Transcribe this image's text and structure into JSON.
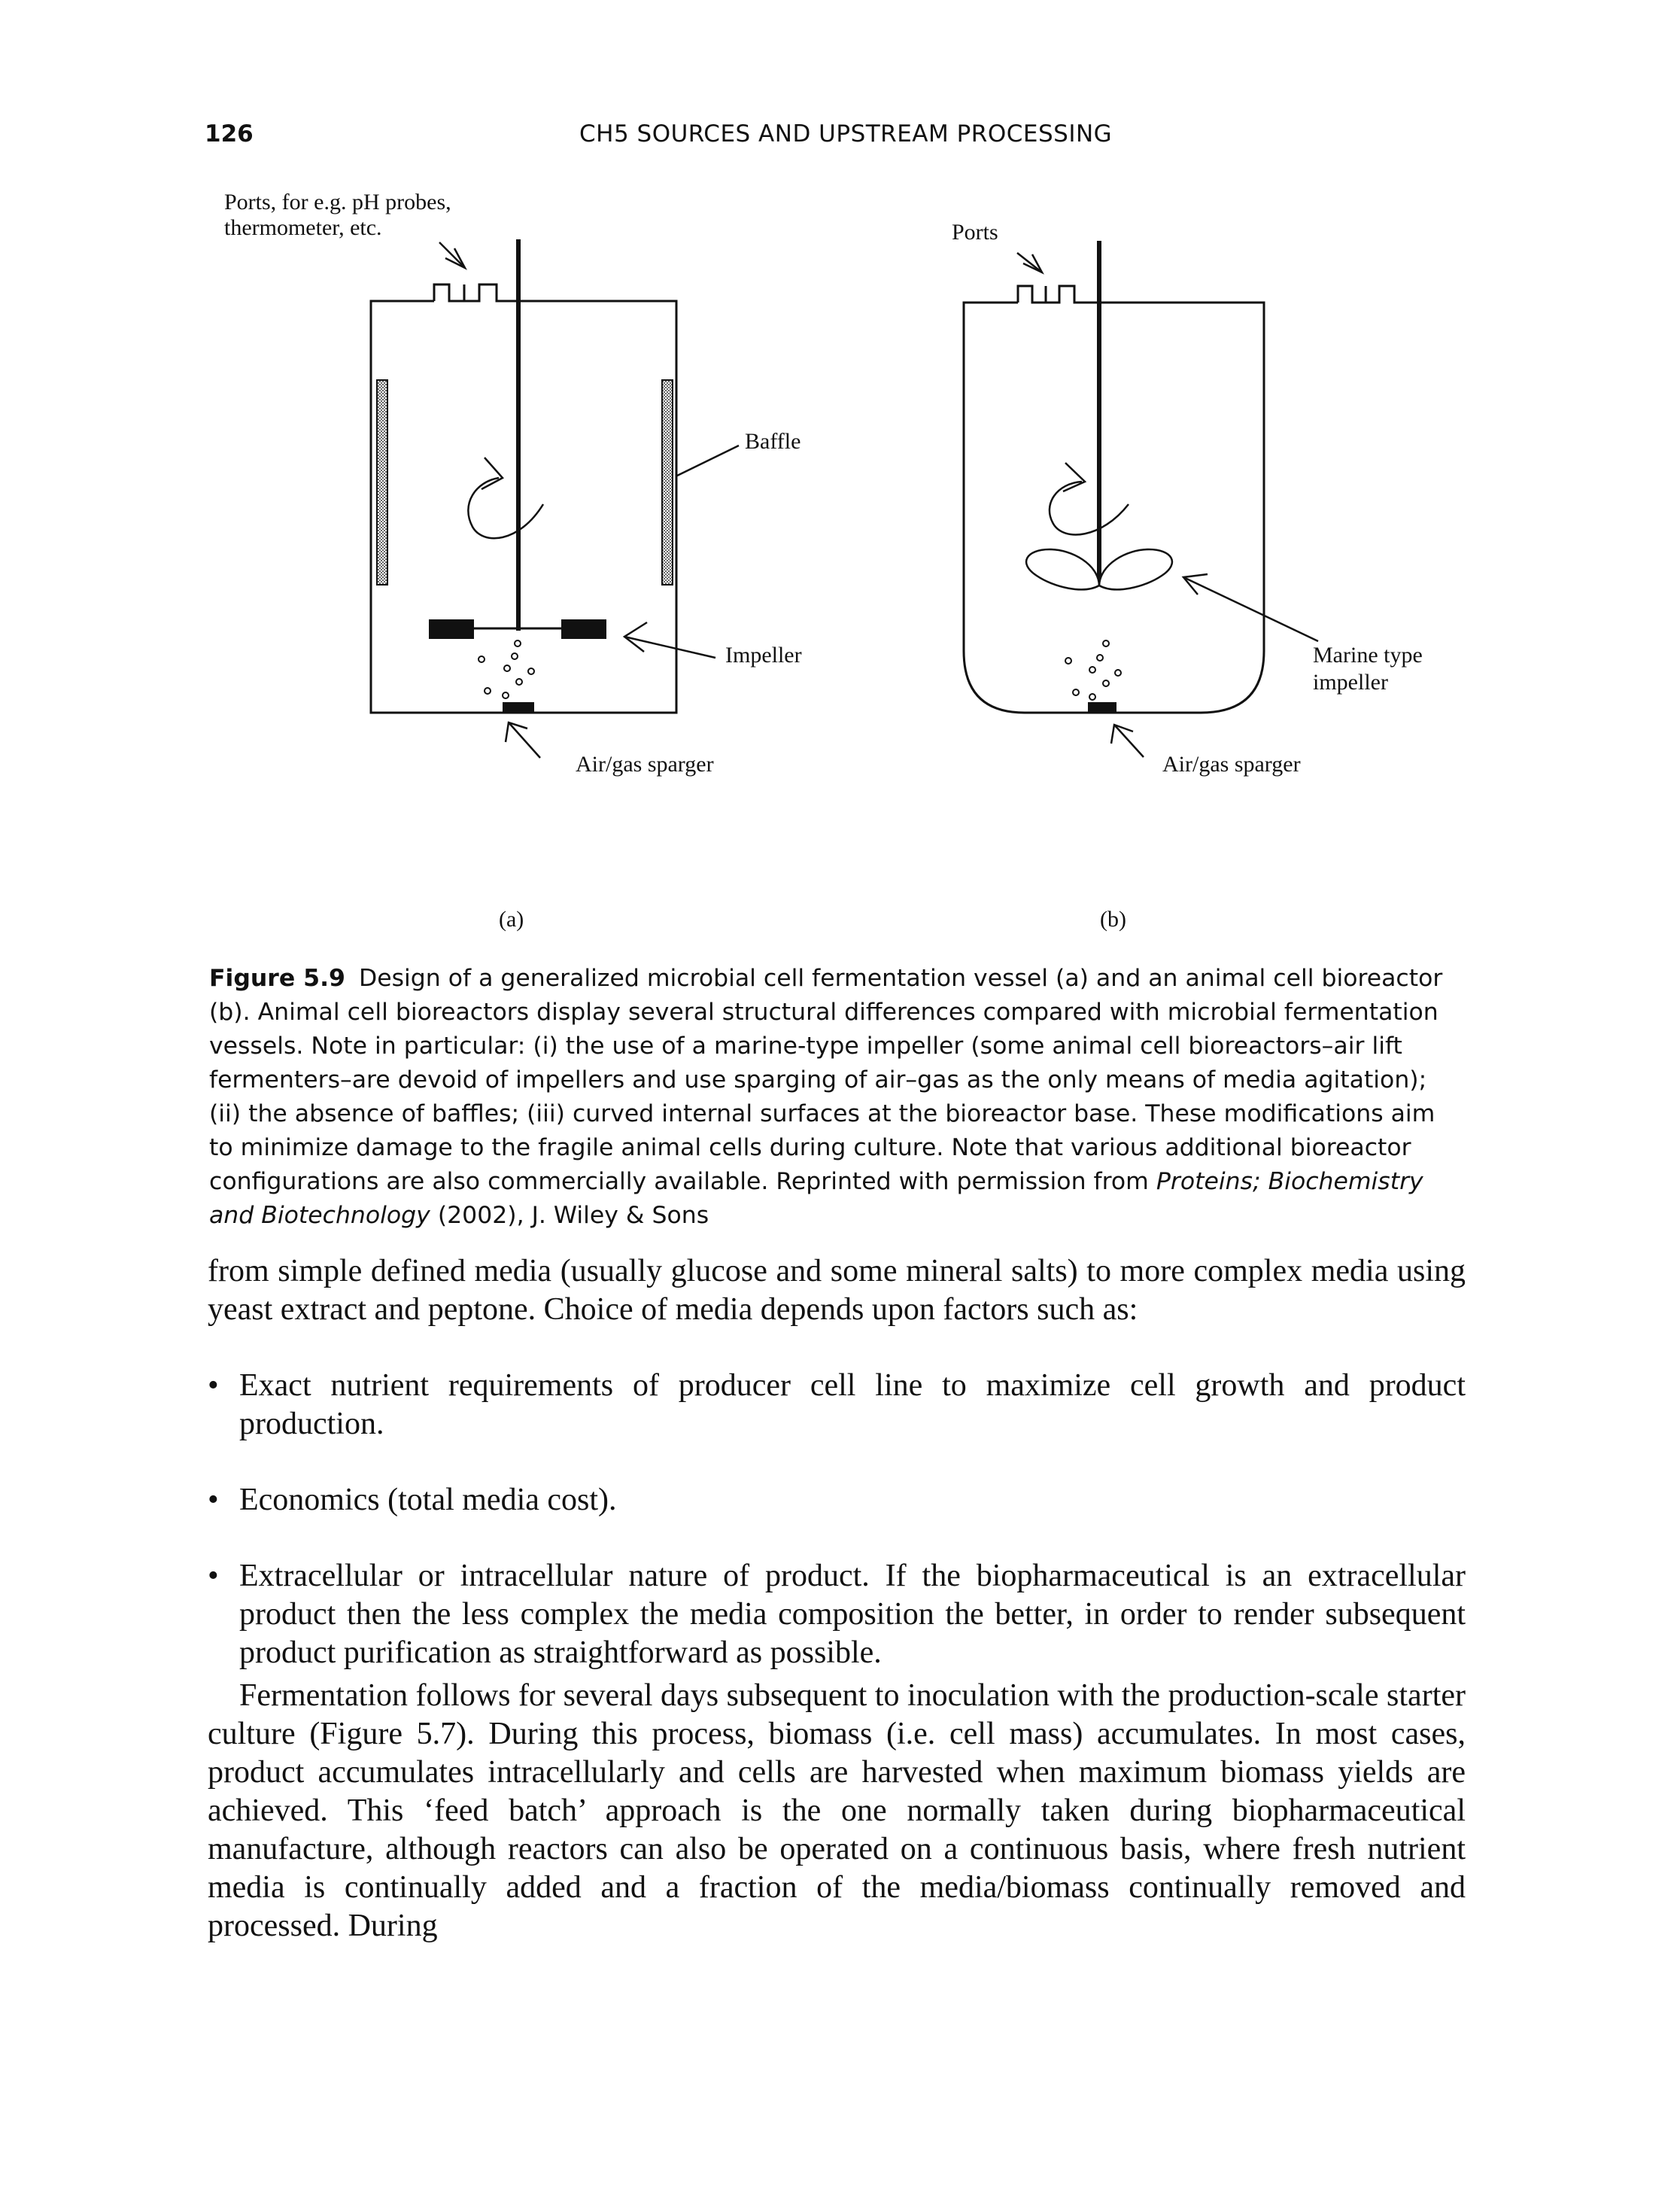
{
  "header": {
    "page_number": "126",
    "chapter_title": "CH5  SOURCES AND UPSTREAM PROCESSING"
  },
  "figure": {
    "panel_a": {
      "ports_label_line1": "Ports, for e.g. pH probes,",
      "ports_label_line2": "thermometer, etc.",
      "baffle_label": "Baffle",
      "impeller_label": "Impeller",
      "sparger_label": "Air/gas sparger",
      "panel_tag": "(a)"
    },
    "panel_b": {
      "ports_label": "Ports",
      "marine_label_line1": "Marine type",
      "marine_label_line2": "impeller",
      "sparger_label": "Air/gas sparger",
      "panel_tag": "(b)"
    }
  },
  "caption": {
    "label": "Figure 5.9",
    "text_before_italic": "Design of a generalized microbial cell fermentation vessel (a) and an animal cell bioreactor (b). Animal cell bioreactors display several structural differences compared with microbial fermentation vessels. Note in particular: (i) the use of a marine-type impeller (some animal cell bioreactors–air lift fermenters–are devoid of impellers and use sparging of air–gas as the only means of media agitation); (ii) the absence of baffles; (iii) curved internal surfaces at the bioreactor base. These modifications aim to minimize damage to the fragile animal cells during culture. Note that various additional bioreactor configurations are also commercially available. Reprinted with permission from",
    "italic_text": "Proteins; Biochemistry and Biotechnology",
    "text_after_italic": "(2002), J. Wiley & Sons"
  },
  "body": {
    "paragraph_1": "from simple defined media (usually glucose and some mineral salts) to more complex media using yeast extract and peptone. Choice of media depends upon factors such as:",
    "bullet_symbol": "•",
    "bullets": [
      "Exact nutrient requirements of producer cell line to maximize cell growth and product production.",
      "Economics (total media cost).",
      "Extracellular or intracellular nature of product. If the biopharmaceutical is an extracellular product then the less complex the media composition the better, in order to render subsequent product purification as straightforward as possible."
    ],
    "paragraph_2": "Fermentation follows for several days subsequent to inoculation with the production-scale starter culture (Figure 5.7). During this process, biomass (i.e. cell mass) accumulates. In most cases, product accumulates intracellularly and cells are harvested when maximum biomass yields are achieved. This ‘feed batch’ approach is the one normally taken during biopharmaceutical manufacture, although reactors can also be operated on a continuous basis, where fresh nutrient media is continually added and a fraction of the media/biomass continually removed and processed. During"
  }
}
